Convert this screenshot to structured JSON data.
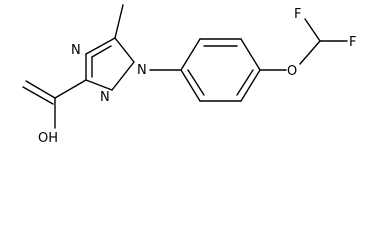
{
  "molecule": {
    "atoms": {
      "n1": "N",
      "n2": "N",
      "n4": "N",
      "o_ether": "O",
      "f_top": "F",
      "f_right": "F",
      "oh": "OH"
    },
    "colors": {
      "bond": "#000000",
      "label": "#000000",
      "background": "#ffffff"
    }
  }
}
